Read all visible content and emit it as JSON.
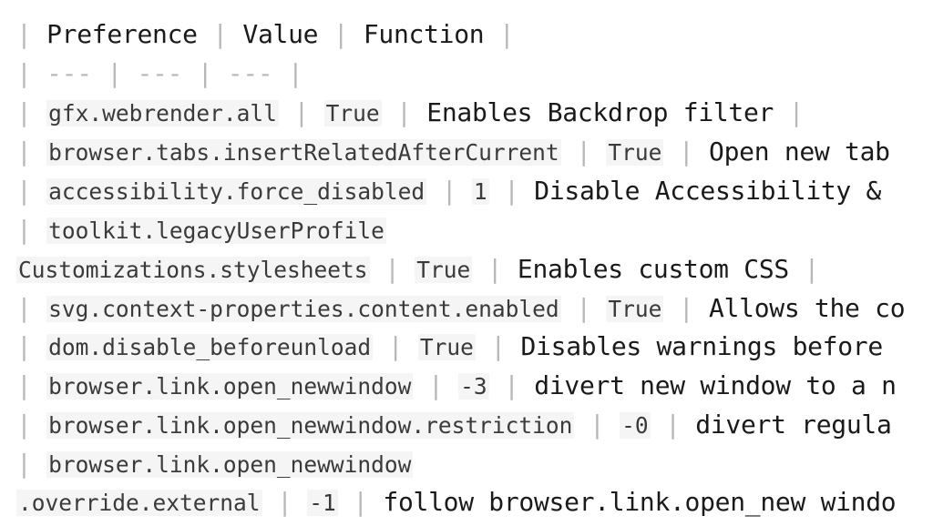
{
  "lines": [
    [
      {
        "k": "pipe",
        "t": "| "
      },
      {
        "k": "text",
        "t": "Preference"
      },
      {
        "k": "pipe",
        "t": " | "
      },
      {
        "k": "text",
        "t": "Value"
      },
      {
        "k": "pipe",
        "t": " | "
      },
      {
        "k": "text",
        "t": "Function"
      },
      {
        "k": "pipe",
        "t": " |"
      }
    ],
    [
      {
        "k": "pipe",
        "t": "| --- | --- | --- |"
      }
    ],
    [
      {
        "k": "pipe",
        "t": "| "
      },
      {
        "k": "code",
        "t": "gfx.webrender.all"
      },
      {
        "k": "pipe",
        "t": " | "
      },
      {
        "k": "code",
        "t": "True"
      },
      {
        "k": "pipe",
        "t": " | "
      },
      {
        "k": "text",
        "t": "Enables Backdrop filter"
      },
      {
        "k": "pipe",
        "t": " |"
      }
    ],
    [
      {
        "k": "pipe",
        "t": "| "
      },
      {
        "k": "code",
        "t": "browser.tabs.insertRelatedAfterCurrent"
      },
      {
        "k": "pipe",
        "t": " | "
      },
      {
        "k": "code",
        "t": "True"
      },
      {
        "k": "pipe",
        "t": " | "
      },
      {
        "k": "text",
        "t": "Open new tab"
      }
    ],
    [
      {
        "k": "pipe",
        "t": "| "
      },
      {
        "k": "code",
        "t": "accessibility.force_disabled"
      },
      {
        "k": "pipe",
        "t": " | "
      },
      {
        "k": "code",
        "t": "1"
      },
      {
        "k": "pipe",
        "t": " | "
      },
      {
        "k": "text",
        "t": "Disable Accessibility &"
      }
    ],
    [
      {
        "k": "pipe",
        "t": "| "
      },
      {
        "k": "code",
        "t": "toolkit.legacyUserProfile"
      }
    ],
    [
      {
        "k": "code",
        "t": "Customizations.stylesheets"
      },
      {
        "k": "pipe",
        "t": " | "
      },
      {
        "k": "code",
        "t": "True"
      },
      {
        "k": "pipe",
        "t": " | "
      },
      {
        "k": "text",
        "t": "Enables custom CSS"
      },
      {
        "k": "pipe",
        "t": " |"
      }
    ],
    [
      {
        "k": "pipe",
        "t": "| "
      },
      {
        "k": "code",
        "t": "svg.context-properties.content.enabled"
      },
      {
        "k": "pipe",
        "t": " | "
      },
      {
        "k": "code",
        "t": "True"
      },
      {
        "k": "pipe",
        "t": " | "
      },
      {
        "k": "text",
        "t": "Allows the co"
      }
    ],
    [
      {
        "k": "pipe",
        "t": "| "
      },
      {
        "k": "code",
        "t": "dom.disable_beforeunload"
      },
      {
        "k": "pipe",
        "t": " | "
      },
      {
        "k": "code",
        "t": "True"
      },
      {
        "k": "pipe",
        "t": " | "
      },
      {
        "k": "text",
        "t": "Disables warnings before"
      }
    ],
    [
      {
        "k": "pipe",
        "t": "| "
      },
      {
        "k": "code",
        "t": "browser.link.open_newwindow"
      },
      {
        "k": "pipe",
        "t": " | "
      },
      {
        "k": "code",
        "t": "-3"
      },
      {
        "k": "pipe",
        "t": " | "
      },
      {
        "k": "text",
        "t": "divert new window to a n"
      }
    ],
    [
      {
        "k": "pipe",
        "t": "| "
      },
      {
        "k": "code",
        "t": "browser.link.open_newwindow.restriction"
      },
      {
        "k": "pipe",
        "t": " | "
      },
      {
        "k": "code",
        "t": "-0"
      },
      {
        "k": "pipe",
        "t": " | "
      },
      {
        "k": "text",
        "t": "divert regula"
      }
    ],
    [
      {
        "k": "pipe",
        "t": "| "
      },
      {
        "k": "code",
        "t": "browser.link.open_newwindow"
      }
    ],
    [
      {
        "k": "code",
        "t": ".override.external"
      },
      {
        "k": "pipe",
        "t": " | "
      },
      {
        "k": "code",
        "t": "-1"
      },
      {
        "k": "pipe",
        "t": " | "
      },
      {
        "k": "text",
        "t": "follow browser.link.open_new windo"
      }
    ]
  ]
}
